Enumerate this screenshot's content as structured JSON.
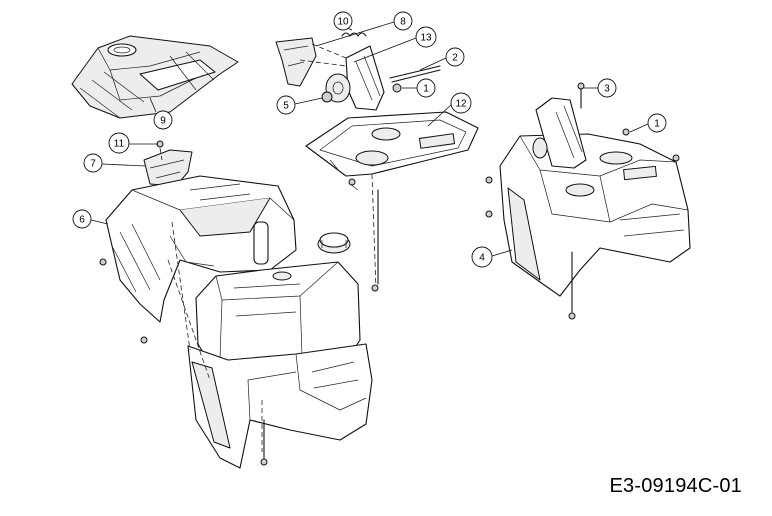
{
  "drawing_code": "E3-09194C-01",
  "callouts": [
    "1",
    "1",
    "2",
    "3",
    "4",
    "5",
    "6",
    "7",
    "8",
    "9",
    "10",
    "11",
    "12",
    "13"
  ]
}
